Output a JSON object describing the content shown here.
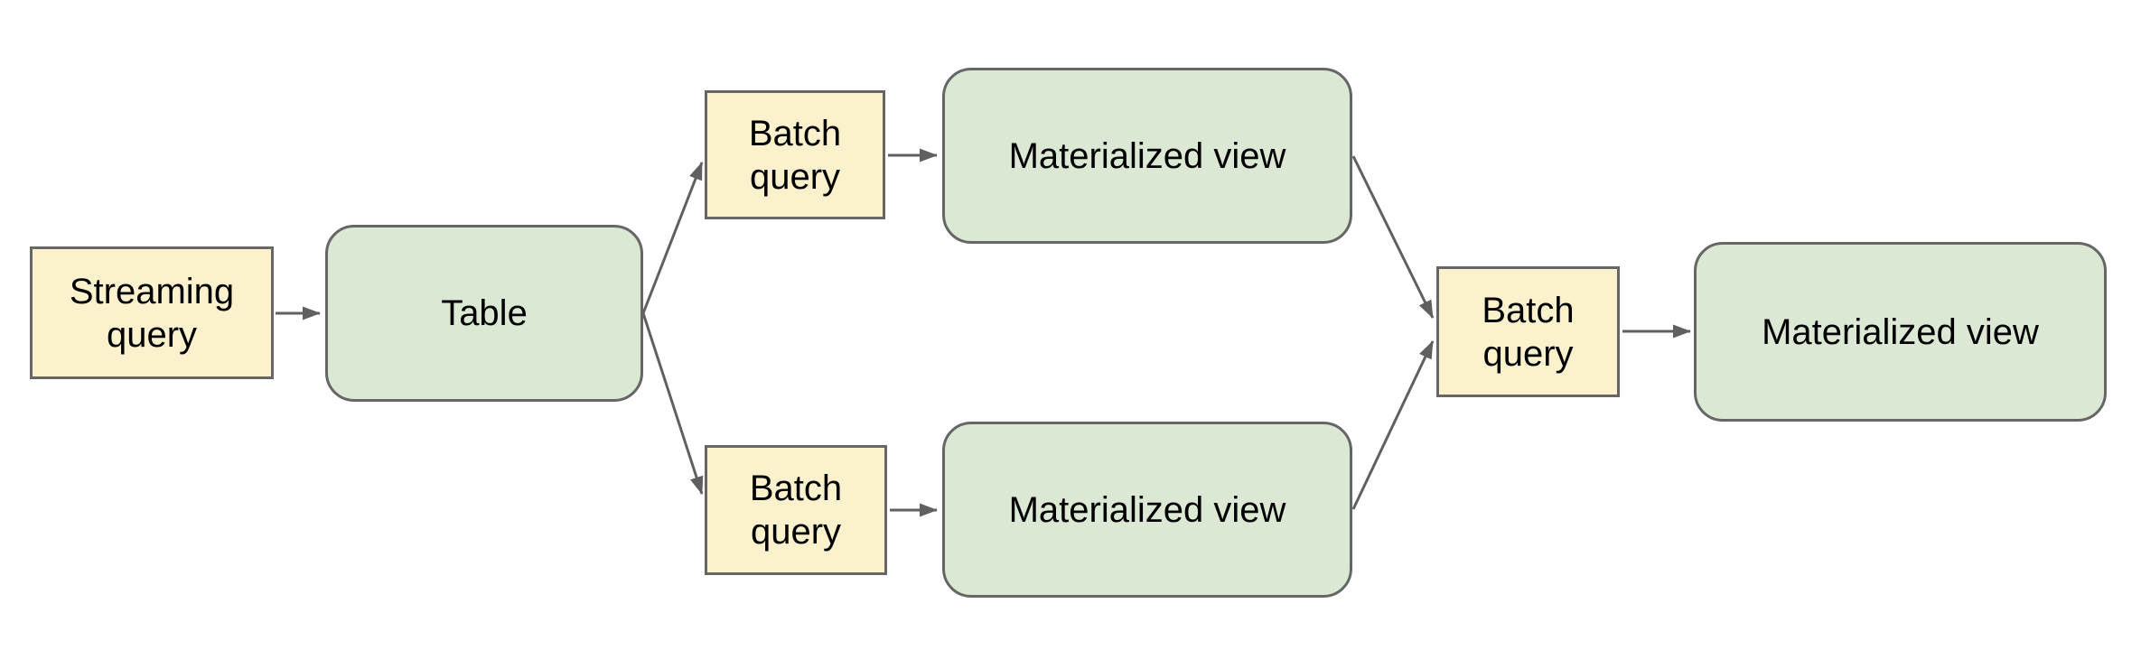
{
  "diagram": {
    "background": "#ffffff",
    "palette": {
      "query_fill": "#fbf1cc",
      "view_fill": "#dbe8d3",
      "node_border": "#666666",
      "arrow": "#606060",
      "text": "#000000"
    },
    "nodes": [
      {
        "id": "streaming-query",
        "label": "Streaming query",
        "kind": "query"
      },
      {
        "id": "table",
        "label": "Table",
        "kind": "view"
      },
      {
        "id": "batch-query-top",
        "label": "Batch query",
        "kind": "query"
      },
      {
        "id": "materialized-view-top",
        "label": "Materialized view",
        "kind": "view"
      },
      {
        "id": "batch-query-bottom",
        "label": "Batch query",
        "kind": "query"
      },
      {
        "id": "materialized-view-bottom",
        "label": "Materialized view",
        "kind": "view"
      },
      {
        "id": "batch-query-right",
        "label": "Batch query",
        "kind": "query"
      },
      {
        "id": "materialized-view-final",
        "label": "Materialized view",
        "kind": "view"
      }
    ],
    "edges": [
      {
        "from": "streaming-query",
        "to": "table"
      },
      {
        "from": "table",
        "to": "batch-query-top"
      },
      {
        "from": "table",
        "to": "batch-query-bottom"
      },
      {
        "from": "batch-query-top",
        "to": "materialized-view-top"
      },
      {
        "from": "batch-query-bottom",
        "to": "materialized-view-bottom"
      },
      {
        "from": "materialized-view-top",
        "to": "batch-query-right"
      },
      {
        "from": "materialized-view-bottom",
        "to": "batch-query-right"
      },
      {
        "from": "batch-query-right",
        "to": "materialized-view-final"
      }
    ]
  }
}
